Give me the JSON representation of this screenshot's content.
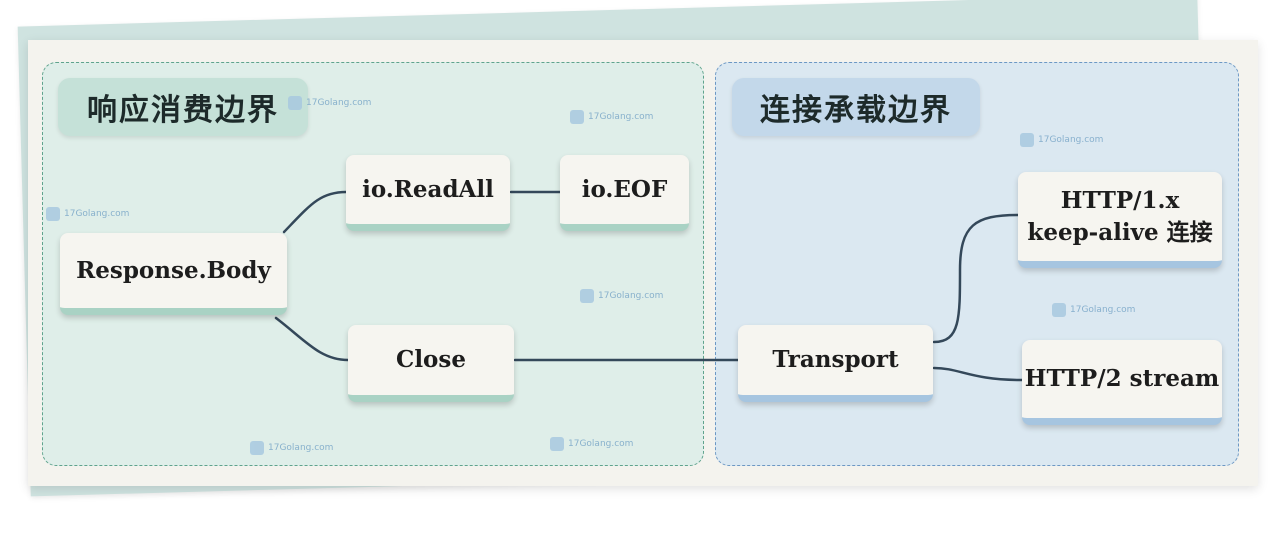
{
  "regions": {
    "left_title": "响应消费边界",
    "right_title": "连接承载边界"
  },
  "nodes": {
    "response_body": "Response.Body",
    "io_readall": "io.ReadAll",
    "io_eof": "io.EOF",
    "close": "Close",
    "transport": "Transport",
    "http1_line1": "HTTP/1.x",
    "http1_line2": "keep-alive 连接",
    "http2": "HTTP/2 stream"
  },
  "watermark": "17Golang.com",
  "colors": {
    "left_region": "#dfeee9",
    "right_region": "#dbe8f1",
    "connector": "#34485a"
  }
}
